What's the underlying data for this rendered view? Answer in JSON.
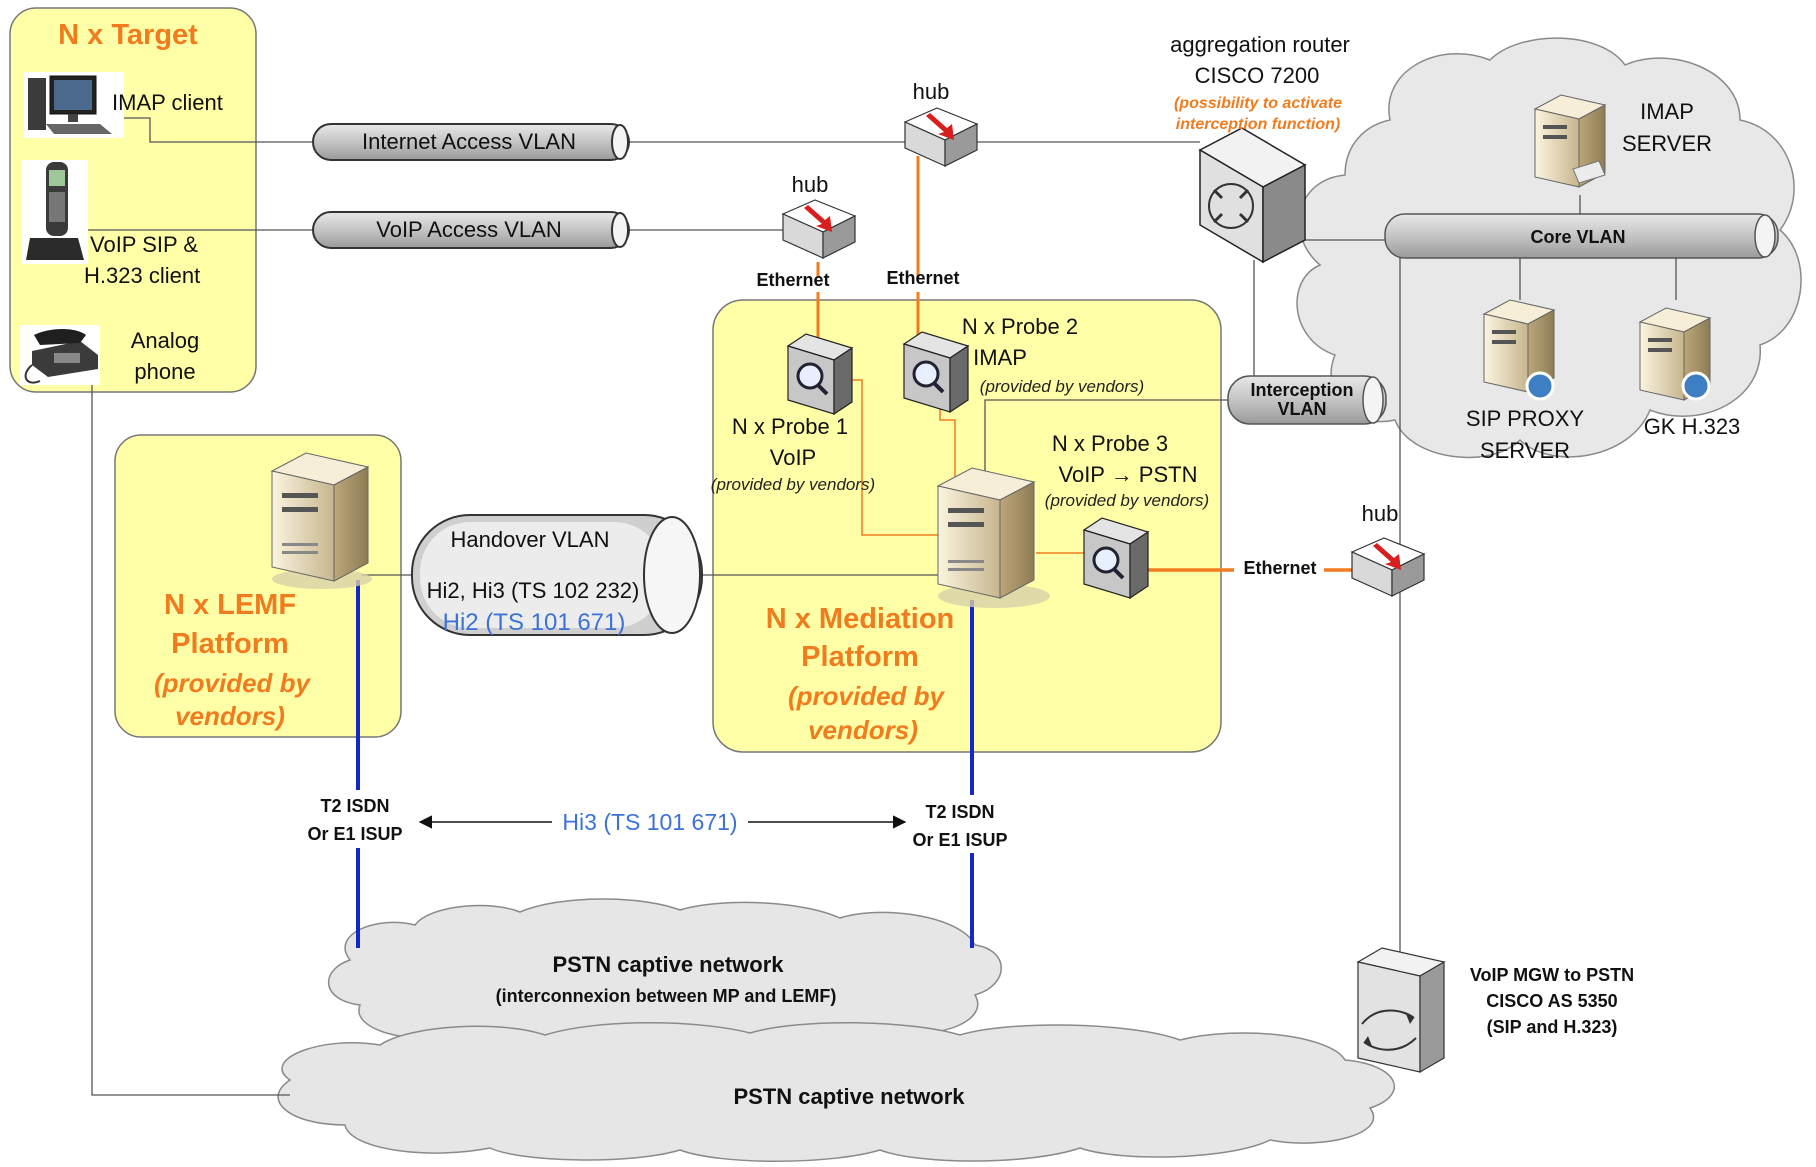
{
  "target": {
    "title": "N x Target",
    "imap_client": "IMAP client",
    "voip_client_line1": "VoIP SIP &",
    "voip_client_line2": "H.323 client",
    "analog_line1": "Analog",
    "analog_line2": "phone"
  },
  "vlans": {
    "internet_access": "Internet Access VLAN",
    "voip_access": "VoIP Access VLAN",
    "core": "Core VLAN",
    "interception_line1": "Interception",
    "interception_line2": "VLAN",
    "handover_title": "Handover  VLAN",
    "handover_line2": "Hi2, Hi3 (TS 102 232)",
    "handover_line3": "Hi2 (TS 101 671)"
  },
  "hubs": {
    "hub1": "hub",
    "hub2": "hub",
    "hub3": "hub"
  },
  "ethernet": {
    "eth1": "Ethernet",
    "eth2": "Ethernet",
    "eth3": "Ethernet"
  },
  "router": {
    "line1": "aggregation router",
    "line2": "CISCO 7200",
    "note1": "(possibility to activate",
    "note2": "interception function)"
  },
  "servers": {
    "imap_line1": "IMAP",
    "imap_line2": "SERVER",
    "sip_line1": "SIP PROXY",
    "sip_line2": "SERVER",
    "gk": "GK H.323"
  },
  "probes": {
    "probe1_line1": "N x Probe 1",
    "probe1_line2": "VoIP",
    "probe1_note": "(provided by vendors)",
    "probe2_line1": "N x Probe 2",
    "probe2_line2": "IMAP",
    "probe2_note": "(provided by vendors)",
    "probe3_line1": "N x Probe 3",
    "probe3_line2": "VoIP → PSTN",
    "probe3_note": "(provided by vendors)"
  },
  "lemf": {
    "line1": "N x LEMF",
    "line2": "Platform",
    "line3": "(provided by",
    "line4": "vendors)"
  },
  "mediation": {
    "line1": "N x Mediation",
    "line2": "Platform",
    "line3": "(provided by",
    "line4": "vendors)"
  },
  "links": {
    "left_line1": "T2 ISDN",
    "left_line2": "Or E1 ISUP",
    "right_line1": "T2 ISDN",
    "right_line2": "Or E1 ISUP",
    "hi3": "Hi3 (TS 101 671)"
  },
  "pstn": {
    "captive1_title": "PSTN captive network",
    "captive1_sub": "(interconnexion between MP and LEMF)",
    "captive2_title": "PSTN captive network"
  },
  "mgw": {
    "line1": "VoIP MGW to PSTN",
    "line2": "CISCO AS 5350",
    "line3": "(SIP and H.323)"
  },
  "colors": {
    "yellow_panel": "#ffffa8",
    "orange_link": "#f07c1f",
    "blue_link": "#1428c8",
    "vlan_gray": "#c8c8c8",
    "cloud_gray": "#e6e6e6"
  }
}
